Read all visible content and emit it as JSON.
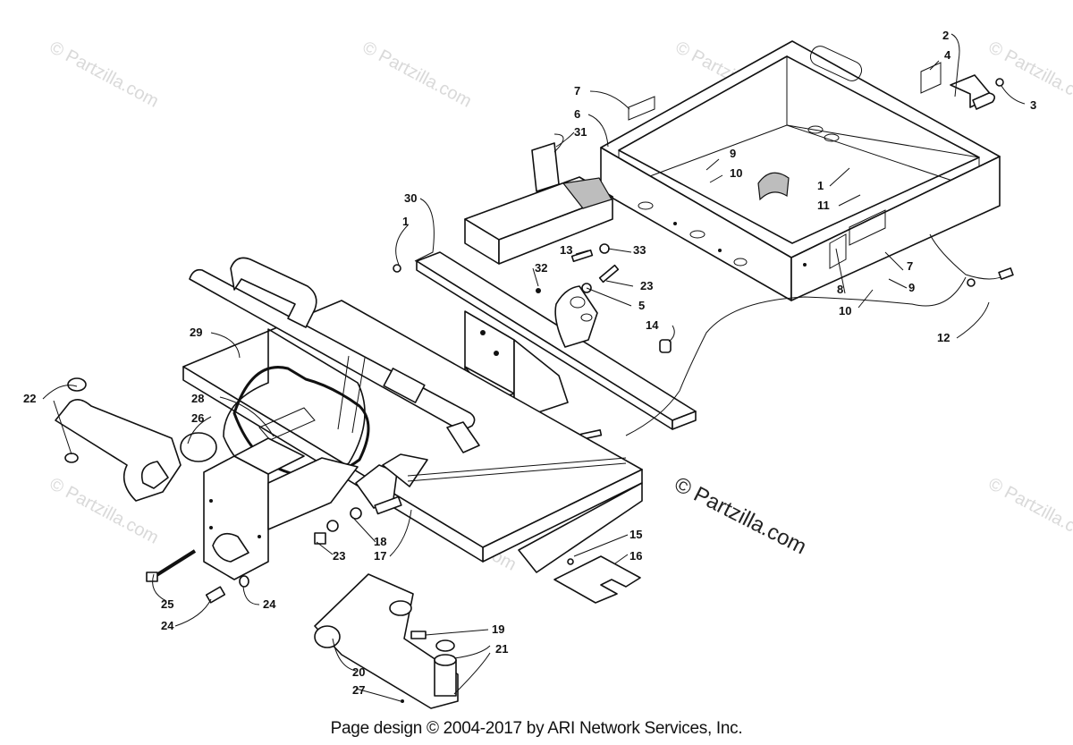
{
  "watermark": {
    "text": "© Partzilla.com"
  },
  "copyright_text": "© Partzilla.com",
  "footer": {
    "text": "Page design © 2004-2017 by ARI Network Services, Inc."
  },
  "callouts": [
    {
      "id": "c1a",
      "label": "1"
    },
    {
      "id": "c1b",
      "label": "1"
    },
    {
      "id": "c2",
      "label": "2"
    },
    {
      "id": "c3",
      "label": "3"
    },
    {
      "id": "c4",
      "label": "4"
    },
    {
      "id": "c5",
      "label": "5"
    },
    {
      "id": "c6",
      "label": "6"
    },
    {
      "id": "c7a",
      "label": "7"
    },
    {
      "id": "c7b",
      "label": "7"
    },
    {
      "id": "c8",
      "label": "8"
    },
    {
      "id": "c9a",
      "label": "9"
    },
    {
      "id": "c9b",
      "label": "9"
    },
    {
      "id": "c10a",
      "label": "10"
    },
    {
      "id": "c10b",
      "label": "10"
    },
    {
      "id": "c11",
      "label": "11"
    },
    {
      "id": "c12",
      "label": "12"
    },
    {
      "id": "c13",
      "label": "13"
    },
    {
      "id": "c14",
      "label": "14"
    },
    {
      "id": "c15",
      "label": "15"
    },
    {
      "id": "c16",
      "label": "16"
    },
    {
      "id": "c17",
      "label": "17"
    },
    {
      "id": "c18",
      "label": "18"
    },
    {
      "id": "c19",
      "label": "19"
    },
    {
      "id": "c20",
      "label": "20"
    },
    {
      "id": "c21a",
      "label": "21"
    },
    {
      "id": "c21b",
      "label": "21"
    },
    {
      "id": "c22",
      "label": "22"
    },
    {
      "id": "c23a",
      "label": "23"
    },
    {
      "id": "c23b",
      "label": "23"
    },
    {
      "id": "c24",
      "label": "24"
    },
    {
      "id": "c25",
      "label": "25"
    },
    {
      "id": "c26",
      "label": "26"
    },
    {
      "id": "c27",
      "label": "27"
    },
    {
      "id": "c28",
      "label": "28"
    },
    {
      "id": "c29",
      "label": "29"
    },
    {
      "id": "c30",
      "label": "30"
    },
    {
      "id": "c31",
      "label": "31"
    },
    {
      "id": "c32",
      "label": "32"
    },
    {
      "id": "c33",
      "label": "33"
    }
  ]
}
